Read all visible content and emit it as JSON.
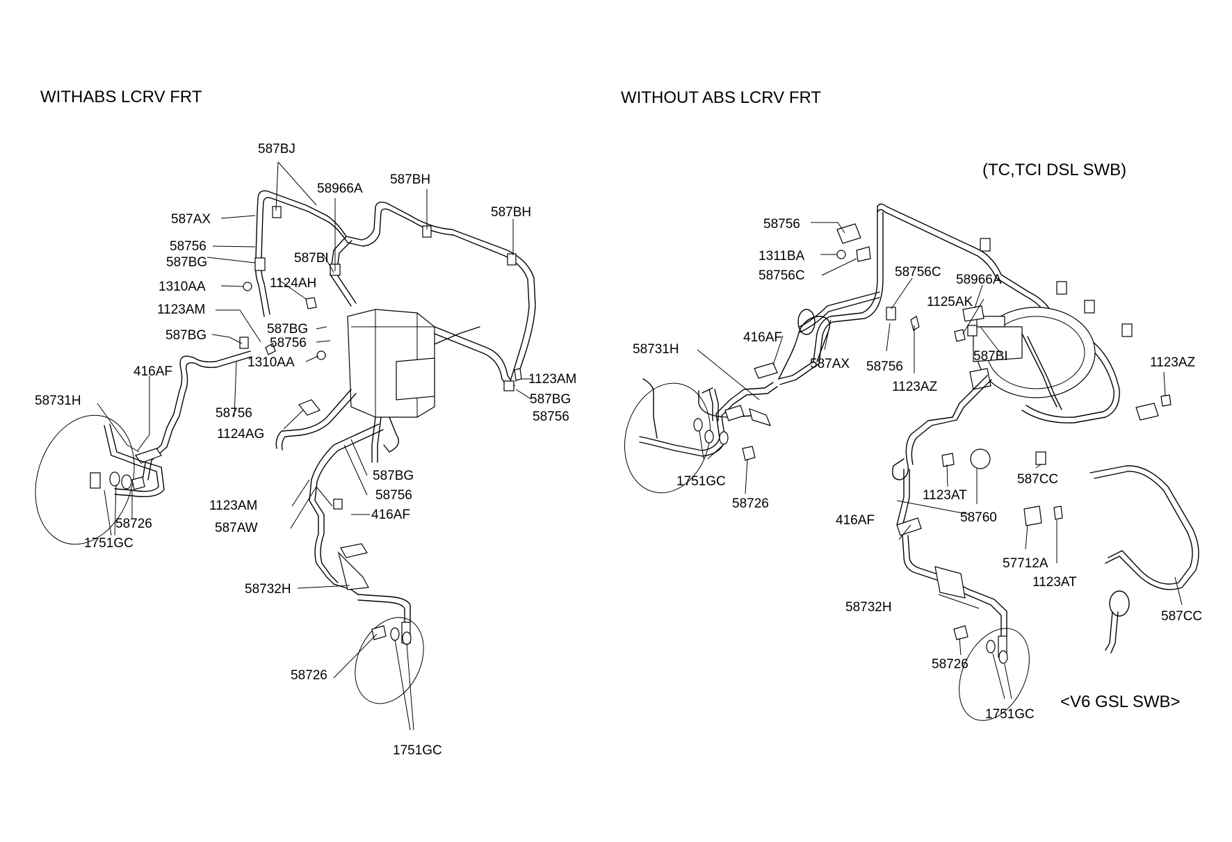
{
  "titles": {
    "left": "WITHABS LCRV FRT",
    "right": "WITHOUT ABS LCRV FRT",
    "variant_top": "(TC,TCI DSL    SWB)",
    "variant_bottom": "<V6 GSL    SWB>"
  },
  "left_labels": {
    "l587BJ": "587BJ",
    "l58966A": "58966A",
    "l587BH_a": "587BH",
    "l587BH_b": "587BH",
    "l587AX": "587AX",
    "l58756_a": "58756",
    "l587BG_a": "587BG",
    "l587BI": "587BI",
    "l1310AA_a": "1310AA",
    "l1124AH": "1124AH",
    "l1123AM_a": "1123AM",
    "l587BG_b": "587BG",
    "l58756_b": "58756",
    "l587BG_c": "587BG",
    "l1310AA_b": "1310AA",
    "l416AF_a": "416AF",
    "l1123AM_b": "1123AM",
    "l587BG_d": "587BG",
    "l58756_c": "58756",
    "l58731H": "58731H",
    "l58756_d": "58756",
    "l1124AG": "1124AG",
    "l587BG_e": "587BG",
    "l58756_e": "58756",
    "l1123AM_c": "1123AM",
    "l587AW": "587AW",
    "l416AF_b": "416AF",
    "l58726_a": "58726",
    "l1751GC_a": "1751GC",
    "l58732H": "58732H",
    "l58726_b": "58726",
    "l1751GC_b": "1751GC"
  },
  "right_labels": {
    "r58756_a": "58756",
    "r1311BA": "1311BA",
    "r58756C_a": "58756C",
    "r58756C_b": "58756C",
    "r58966A": "58966A",
    "r1125AK": "1125AK",
    "r416AF_a": "416AF",
    "r58731H": "58731H",
    "r587AX": "587AX",
    "r58756_b": "58756",
    "r587BI": "587BI",
    "r1123AZ_a": "1123AZ",
    "r1123AZ_b": "1123AZ",
    "r1751GC_a": "1751GC",
    "r58726_a": "58726",
    "r587CC_a": "587CC",
    "r1123AT_a": "1123AT",
    "r58760": "58760",
    "r416AF_b": "416AF",
    "r57712A": "57712A",
    "r1123AT_b": "1123AT",
    "r58732H": "58732H",
    "r587CC_b": "587CC",
    "r58726_b": "58726",
    "r1751GC_b": "1751GC"
  }
}
